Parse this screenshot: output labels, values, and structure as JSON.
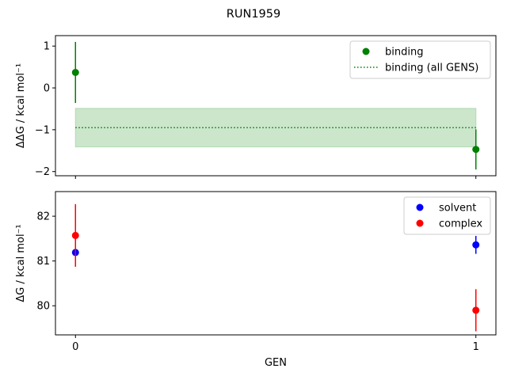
{
  "chart_data": [
    {
      "type": "scatter",
      "panel": "top",
      "title": "RUN1959",
      "ylabel": "ΔΔG / kcal mol⁻¹",
      "xlabel": "",
      "xlim": [
        -0.05,
        1.05
      ],
      "ylim": [
        -2.1,
        1.25
      ],
      "x_ticks": [
        0,
        1
      ],
      "y_ticks": [
        -2,
        -1,
        0,
        1
      ],
      "grid": false,
      "legend_position": "top-right",
      "series": [
        {
          "name": "binding",
          "kind": "errorbar",
          "color": "#008000",
          "x": [
            0,
            1
          ],
          "y": [
            0.37,
            -1.47
          ],
          "yerr": [
            0.73,
            0.48
          ]
        },
        {
          "name": "binding (all GENS)",
          "kind": "hline-band",
          "color": "#008000",
          "band_color": "#cce6cc",
          "y": -0.95,
          "band": [
            -1.41,
            -0.49
          ],
          "x_range": [
            0,
            1
          ]
        }
      ]
    },
    {
      "type": "scatter",
      "panel": "bottom",
      "ylabel": "ΔG / kcal mol⁻¹",
      "xlabel": "GEN",
      "xlim": [
        -0.05,
        1.05
      ],
      "ylim": [
        79.35,
        82.55
      ],
      "x_ticks": [
        0,
        1
      ],
      "y_ticks": [
        80,
        81,
        82
      ],
      "grid": false,
      "legend_position": "top-right",
      "series": [
        {
          "name": "solvent",
          "kind": "errorbar",
          "color": "#0000ff",
          "x": [
            0,
            1
          ],
          "y": [
            81.19,
            81.36
          ],
          "yerr": [
            0.05,
            0.2
          ]
        },
        {
          "name": "complex",
          "kind": "errorbar",
          "color": "#ff0000",
          "x": [
            0,
            1
          ],
          "y": [
            81.57,
            79.9
          ],
          "yerr": [
            0.7,
            0.47
          ]
        }
      ]
    }
  ]
}
